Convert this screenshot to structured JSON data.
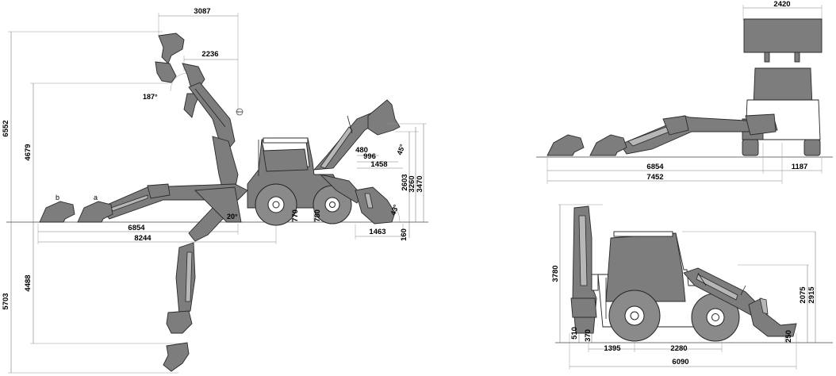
{
  "side_view": {
    "reach_top": "3087",
    "reach_mid": "2236",
    "height_total": "6552",
    "height_dig": "4679",
    "depth_dig": "4488",
    "depth_total": "5703",
    "angle_top": "187°",
    "angle_bottom": "20°",
    "reach_a": "6854",
    "reach_b": "8244",
    "label_a": "a",
    "label_b": "b",
    "dim_480": "480",
    "dim_996": "996",
    "dim_1458": "1458",
    "dim_1463": "1463",
    "dim_2603": "2603",
    "dim_3260": "3260",
    "dim_3470": "3470",
    "dim_160": "160",
    "dim_770": "770",
    "dim_780": "780",
    "angle_45": "45°",
    "angle_43": "43°"
  },
  "top_view": {
    "width": "2420",
    "reach_a": "6854",
    "reach_b": "7452",
    "offset": "1187"
  },
  "transport_view": {
    "height_cab": "3780",
    "height_2075": "2075",
    "height_2915": "2915",
    "dim_510": "510",
    "dim_370": "370",
    "dim_250": "250",
    "dim_1395": "1395",
    "dim_2280": "2280",
    "length_total": "6090"
  }
}
